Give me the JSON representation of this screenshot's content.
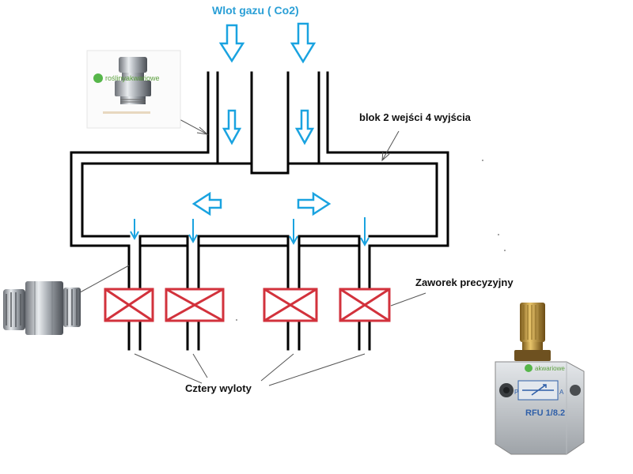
{
  "labels": {
    "inlet": "Wlot gazu ( Co2)",
    "block": "blok 2 wejści 4 wyjścia",
    "valve": "Zaworek precyzyjny",
    "outlets": "Cztery wyloty"
  },
  "photos": {
    "push_fitting_brand": "roślinyakwariowe",
    "valve_brand": "akwariowe",
    "valve_model": "RFU 1/8.2",
    "valve_port_left": "P",
    "valve_port_right": "A"
  },
  "colors": {
    "pipe": "#000000",
    "flow_arrow": "#1aa3e0",
    "valve": "#d2323c",
    "label_inlet": "#2a9fd6",
    "label_text": "#111111"
  },
  "icons": [
    "flow-arrow-icon",
    "valve-cross-icon",
    "push-fitting-photo",
    "nipple-adapter-photo",
    "precision-valve-photo"
  ]
}
